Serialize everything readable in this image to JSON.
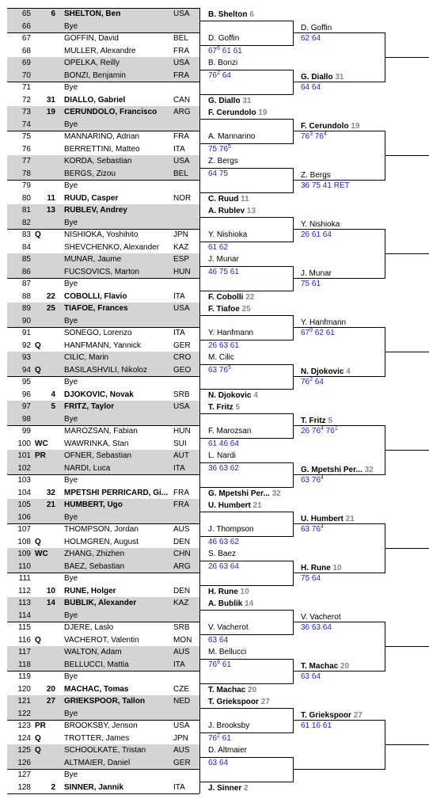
{
  "players": [
    {
      "num": "65",
      "seed": "6",
      "entry": "",
      "name": "SHELTON, Ben",
      "country": "USA",
      "bold": true,
      "bye": false
    },
    {
      "num": "66",
      "seed": "",
      "entry": "",
      "name": "Bye",
      "country": "",
      "bold": false,
      "bye": true
    },
    {
      "num": "67",
      "seed": "",
      "entry": "",
      "name": "GOFFIN, David",
      "country": "BEL",
      "bold": false,
      "bye": false
    },
    {
      "num": "68",
      "seed": "",
      "entry": "",
      "name": "MULLER, Alexandre",
      "country": "FRA",
      "bold": false,
      "bye": false
    },
    {
      "num": "69",
      "seed": "",
      "entry": "",
      "name": "OPELKA, Reilly",
      "country": "USA",
      "bold": false,
      "bye": false
    },
    {
      "num": "70",
      "seed": "",
      "entry": "",
      "name": "BONZI, Benjamin",
      "country": "FRA",
      "bold": false,
      "bye": false
    },
    {
      "num": "71",
      "seed": "",
      "entry": "",
      "name": "Bye",
      "country": "",
      "bold": false,
      "bye": true
    },
    {
      "num": "72",
      "seed": "31",
      "entry": "",
      "name": "DIALLO, Gabriel",
      "country": "CAN",
      "bold": true,
      "bye": false
    },
    {
      "num": "73",
      "seed": "19",
      "entry": "",
      "name": "CERUNDOLO, Francisco",
      "country": "ARG",
      "bold": true,
      "bye": false
    },
    {
      "num": "74",
      "seed": "",
      "entry": "",
      "name": "Bye",
      "country": "",
      "bold": false,
      "bye": true
    },
    {
      "num": "75",
      "seed": "",
      "entry": "",
      "name": "MANNARINO, Adrian",
      "country": "FRA",
      "bold": false,
      "bye": false
    },
    {
      "num": "76",
      "seed": "",
      "entry": "",
      "name": "BERRETTINI, Matteo",
      "country": "ITA",
      "bold": false,
      "bye": false
    },
    {
      "num": "77",
      "seed": "",
      "entry": "",
      "name": "KORDA, Sebastian",
      "country": "USA",
      "bold": false,
      "bye": false
    },
    {
      "num": "78",
      "seed": "",
      "entry": "",
      "name": "BERGS, Zizou",
      "country": "BEL",
      "bold": false,
      "bye": false
    },
    {
      "num": "79",
      "seed": "",
      "entry": "",
      "name": "Bye",
      "country": "",
      "bold": false,
      "bye": true
    },
    {
      "num": "80",
      "seed": "11",
      "entry": "",
      "name": "RUUD, Casper",
      "country": "NOR",
      "bold": true,
      "bye": false
    },
    {
      "num": "81",
      "seed": "13",
      "entry": "",
      "name": "RUBLEV, Andrey",
      "country": "",
      "bold": true,
      "bye": false
    },
    {
      "num": "82",
      "seed": "",
      "entry": "",
      "name": "Bye",
      "country": "",
      "bold": false,
      "bye": true
    },
    {
      "num": "83",
      "seed": "",
      "entry": "Q",
      "name": "NISHIOKA, Yoshihito",
      "country": "JPN",
      "bold": false,
      "bye": false
    },
    {
      "num": "84",
      "seed": "",
      "entry": "",
      "name": "SHEVCHENKO, Alexander",
      "country": "KAZ",
      "bold": false,
      "bye": false
    },
    {
      "num": "85",
      "seed": "",
      "entry": "",
      "name": "MUNAR, Jaume",
      "country": "ESP",
      "bold": false,
      "bye": false
    },
    {
      "num": "86",
      "seed": "",
      "entry": "",
      "name": "FUCSOVICS, Marton",
      "country": "HUN",
      "bold": false,
      "bye": false
    },
    {
      "num": "87",
      "seed": "",
      "entry": "",
      "name": "Bye",
      "country": "",
      "bold": false,
      "bye": true
    },
    {
      "num": "88",
      "seed": "22",
      "entry": "",
      "name": "COBOLLI, Flavio",
      "country": "ITA",
      "bold": true,
      "bye": false
    },
    {
      "num": "89",
      "seed": "25",
      "entry": "",
      "name": "TIAFOE, Frances",
      "country": "USA",
      "bold": true,
      "bye": false
    },
    {
      "num": "90",
      "seed": "",
      "entry": "",
      "name": "Bye",
      "country": "",
      "bold": false,
      "bye": true
    },
    {
      "num": "91",
      "seed": "",
      "entry": "",
      "name": "SONEGO, Lorenzo",
      "country": "ITA",
      "bold": false,
      "bye": false
    },
    {
      "num": "92",
      "seed": "",
      "entry": "Q",
      "name": "HANFMANN, Yannick",
      "country": "GER",
      "bold": false,
      "bye": false
    },
    {
      "num": "93",
      "seed": "",
      "entry": "",
      "name": "CILIC, Marin",
      "country": "CRO",
      "bold": false,
      "bye": false
    },
    {
      "num": "94",
      "seed": "",
      "entry": "Q",
      "name": "BASILASHVILI, Nikoloz",
      "country": "GEO",
      "bold": false,
      "bye": false
    },
    {
      "num": "95",
      "seed": "",
      "entry": "",
      "name": "Bye",
      "country": "",
      "bold": false,
      "bye": true
    },
    {
      "num": "96",
      "seed": "4",
      "entry": "",
      "name": "DJOKOVIC, Novak",
      "country": "SRB",
      "bold": true,
      "bye": false
    },
    {
      "num": "97",
      "seed": "5",
      "entry": "",
      "name": "FRITZ, Taylor",
      "country": "USA",
      "bold": true,
      "bye": false
    },
    {
      "num": "98",
      "seed": "",
      "entry": "",
      "name": "Bye",
      "country": "",
      "bold": false,
      "bye": true
    },
    {
      "num": "99",
      "seed": "",
      "entry": "",
      "name": "MAROZSAN, Fabian",
      "country": "HUN",
      "bold": false,
      "bye": false
    },
    {
      "num": "100",
      "seed": "",
      "entry": "WC",
      "name": "WAWRINKA, Stan",
      "country": "SUI",
      "bold": false,
      "bye": false
    },
    {
      "num": "101",
      "seed": "",
      "entry": "PR",
      "name": "OFNER, Sebastian",
      "country": "AUT",
      "bold": false,
      "bye": false
    },
    {
      "num": "102",
      "seed": "",
      "entry": "",
      "name": "NARDI, Luca",
      "country": "ITA",
      "bold": false,
      "bye": false
    },
    {
      "num": "103",
      "seed": "",
      "entry": "",
      "name": "Bye",
      "country": "",
      "bold": false,
      "bye": true
    },
    {
      "num": "104",
      "seed": "32",
      "entry": "",
      "name": "MPETSHI PERRICARD, Gi...",
      "country": "FRA",
      "bold": true,
      "bye": false
    },
    {
      "num": "105",
      "seed": "21",
      "entry": "",
      "name": "HUMBERT, Ugo",
      "country": "FRA",
      "bold": true,
      "bye": false
    },
    {
      "num": "106",
      "seed": "",
      "entry": "",
      "name": "Bye",
      "country": "",
      "bold": false,
      "bye": true
    },
    {
      "num": "107",
      "seed": "",
      "entry": "",
      "name": "THOMPSON, Jordan",
      "country": "AUS",
      "bold": false,
      "bye": false
    },
    {
      "num": "108",
      "seed": "",
      "entry": "Q",
      "name": "HOLMGREN, August",
      "country": "DEN",
      "bold": false,
      "bye": false
    },
    {
      "num": "109",
      "seed": "",
      "entry": "WC",
      "name": "ZHANG, Zhizhen",
      "country": "CHN",
      "bold": false,
      "bye": false
    },
    {
      "num": "110",
      "seed": "",
      "entry": "",
      "name": "BAEZ, Sebastian",
      "country": "ARG",
      "bold": false,
      "bye": false
    },
    {
      "num": "111",
      "seed": "",
      "entry": "",
      "name": "Bye",
      "country": "",
      "bold": false,
      "bye": true
    },
    {
      "num": "112",
      "seed": "10",
      "entry": "",
      "name": "RUNE, Holger",
      "country": "DEN",
      "bold": true,
      "bye": false
    },
    {
      "num": "113",
      "seed": "14",
      "entry": "",
      "name": "BUBLIK, Alexander",
      "country": "KAZ",
      "bold": true,
      "bye": false
    },
    {
      "num": "114",
      "seed": "",
      "entry": "",
      "name": "Bye",
      "country": "",
      "bold": false,
      "bye": true
    },
    {
      "num": "115",
      "seed": "",
      "entry": "",
      "name": "DJERE, Laslo",
      "country": "SRB",
      "bold": false,
      "bye": false
    },
    {
      "num": "116",
      "seed": "",
      "entry": "Q",
      "name": "VACHEROT, Valentin",
      "country": "MON",
      "bold": false,
      "bye": false
    },
    {
      "num": "117",
      "seed": "",
      "entry": "",
      "name": "WALTON, Adam",
      "country": "AUS",
      "bold": false,
      "bye": false
    },
    {
      "num": "118",
      "seed": "",
      "entry": "",
      "name": "BELLUCCI, Mattia",
      "country": "ITA",
      "bold": false,
      "bye": false
    },
    {
      "num": "119",
      "seed": "",
      "entry": "",
      "name": "Bye",
      "country": "",
      "bold": false,
      "bye": true
    },
    {
      "num": "120",
      "seed": "20",
      "entry": "",
      "name": "MACHAC, Tomas",
      "country": "CZE",
      "bold": true,
      "bye": false
    },
    {
      "num": "121",
      "seed": "27",
      "entry": "",
      "name": "GRIEKSPOOR, Tallon",
      "country": "NED",
      "bold": true,
      "bye": false
    },
    {
      "num": "122",
      "seed": "",
      "entry": "",
      "name": "Bye",
      "country": "",
      "bold": false,
      "bye": true
    },
    {
      "num": "123",
      "seed": "",
      "entry": "PR",
      "name": "BROOKSBY, Jenson",
      "country": "USA",
      "bold": false,
      "bye": false
    },
    {
      "num": "124",
      "seed": "",
      "entry": "Q",
      "name": "TROTTER, James",
      "country": "JPN",
      "bold": false,
      "bye": false
    },
    {
      "num": "125",
      "seed": "",
      "entry": "Q",
      "name": "SCHOOLKATE, Tristan",
      "country": "AUS",
      "bold": false,
      "bye": false
    },
    {
      "num": "126",
      "seed": "",
      "entry": "",
      "name": "ALTMAIER, Daniel",
      "country": "GER",
      "bold": false,
      "bye": false
    },
    {
      "num": "127",
      "seed": "",
      "entry": "",
      "name": "Bye",
      "country": "",
      "bold": false,
      "bye": true
    },
    {
      "num": "128",
      "seed": "2",
      "entry": "",
      "name": "SINNER, Jannik",
      "country": "ITA",
      "bold": true,
      "bye": false
    }
  ],
  "round2": [
    {
      "a": "B. Shelton",
      "aseed": "6",
      "b": "D. Goffin",
      "bseed": "",
      "win": "a",
      "score": [
        [
          "67",
          ""
        ]
      ]
    },
    {
      "a": "B. Shelton",
      "aseed": "6",
      "b": "D. Goffin",
      "bseed": "",
      "win": "a",
      "score": []
    }
  ],
  "r2": [
    {
      "top": "B. Shelton",
      "topSeed": "6",
      "topBold": true,
      "bot": "D. Goffin",
      "botSeed": "",
      "botBold": false,
      "score": []
    },
    {
      "top": "B. Bonzi",
      "topSeed": "",
      "topBold": false,
      "bot": "G. Diallo",
      "botSeed": "31",
      "botBold": true,
      "score": [
        [
          "76",
          "2"
        ],
        [
          " 64",
          ""
        ]
      ]
    },
    {
      "top": "F. Cerundolo",
      "topSeed": "19",
      "topBold": true,
      "bot": "A. Mannarino",
      "botSeed": "",
      "botBold": false,
      "score": []
    },
    {
      "top": "Z. Bergs",
      "topSeed": "",
      "topBold": false,
      "bot": "C. Ruud",
      "botSeed": "11",
      "botBold": true,
      "score": [
        [
          "64 75",
          ""
        ]
      ]
    },
    {
      "top": "A. Rublev",
      "topSeed": "13",
      "topBold": true,
      "bot": "Y. Nishioka",
      "botSeed": "",
      "botBold": false,
      "score": []
    },
    {
      "top": "J. Munar",
      "topSeed": "",
      "topBold": false,
      "bot": "F. Cobolli",
      "botSeed": "22",
      "botBold": true,
      "score": [
        [
          "46 75 61",
          ""
        ]
      ]
    },
    {
      "top": "F. Tiafoe",
      "topSeed": "25",
      "topBold": true,
      "bot": "Y. Hanfmann",
      "botSeed": "",
      "botBold": false,
      "score": []
    },
    {
      "top": "M. Cilic",
      "topSeed": "",
      "topBold": false,
      "bot": "N. Djokovic",
      "botSeed": "4",
      "botBold": true,
      "score": [
        [
          "63 76",
          "5"
        ]
      ]
    },
    {
      "top": "T. Fritz",
      "topSeed": "5",
      "topBold": true,
      "bot": "F. Marozsan",
      "botSeed": "",
      "botBold": false,
      "score": []
    },
    {
      "top": "L. Nardi",
      "topSeed": "",
      "topBold": false,
      "bot": "G. Mpetshi Per...",
      "botSeed": "32",
      "botBold": true,
      "score": [
        [
          "36 63 62",
          ""
        ]
      ]
    },
    {
      "top": "U. Humbert",
      "topSeed": "21",
      "topBold": true,
      "bot": "J. Thompson",
      "botSeed": "",
      "botBold": false,
      "score": []
    },
    {
      "top": "S. Baez",
      "topSeed": "",
      "topBold": false,
      "bot": "H. Rune",
      "botSeed": "10",
      "botBold": true,
      "score": [
        [
          "26 63 64",
          ""
        ]
      ]
    },
    {
      "top": "A. Bublik",
      "topSeed": "14",
      "topBold": true,
      "bot": "V. Vacherot",
      "botSeed": "",
      "botBold": false,
      "score": []
    },
    {
      "top": "M. Bellucci",
      "topSeed": "",
      "topBold": false,
      "bot": "T. Machac",
      "botSeed": "20",
      "botBold": true,
      "score": [
        [
          "76",
          "6"
        ],
        [
          " 61",
          ""
        ]
      ]
    },
    {
      "top": "T. Griekspoor",
      "topSeed": "27",
      "topBold": true,
      "bot": "J. Brooksby",
      "botSeed": "",
      "botBold": false,
      "score": []
    },
    {
      "top": "D. Altmaier",
      "topSeed": "",
      "topBold": false,
      "bot": "J. Sinner",
      "botSeed": "2",
      "botBold": true,
      "score": [
        [
          "63 64",
          ""
        ]
      ]
    }
  ],
  "r1scores": [
    [
      [
        "67",
        "6"
      ],
      [
        " 61 61",
        ""
      ]
    ],
    [
      [
        "75 76",
        "5"
      ]
    ],
    [
      [
        "61 62",
        ""
      ]
    ],
    [
      [
        "26 63 61",
        ""
      ]
    ],
    [
      [
        "61 46 64",
        ""
      ]
    ],
    [
      [
        "46 63 62",
        ""
      ]
    ],
    [
      [
        "63 64",
        ""
      ]
    ],
    [
      [
        "76",
        "2"
      ],
      [
        " 61",
        ""
      ]
    ]
  ],
  "r3": [
    {
      "name": "D. Goffin",
      "seed": "",
      "bold": false,
      "score": [
        [
          "62 64",
          ""
        ]
      ]
    },
    {
      "name": "G. Diallo",
      "seed": "31",
      "bold": true,
      "score": [
        [
          "64 64",
          ""
        ]
      ]
    },
    {
      "name": "F. Cerundolo",
      "seed": "19",
      "bold": true,
      "score": [
        [
          "76",
          "3"
        ],
        [
          " 76",
          "4"
        ]
      ]
    },
    {
      "name": "Z. Bergs",
      "seed": "",
      "bold": false,
      "score": [
        [
          "36 75 41 RET",
          ""
        ]
      ]
    },
    {
      "name": "Y. Nishioka",
      "seed": "",
      "bold": false,
      "score": [
        [
          "26 61 64",
          ""
        ]
      ]
    },
    {
      "name": "J. Munar",
      "seed": "",
      "bold": false,
      "score": [
        [
          "75 61",
          ""
        ]
      ]
    },
    {
      "name": "Y. Hanfmann",
      "seed": "",
      "bold": false,
      "score": [
        [
          "67",
          "9"
        ],
        [
          " 62 61",
          ""
        ]
      ]
    },
    {
      "name": "N. Djokovic",
      "seed": "4",
      "bold": true,
      "score": [
        [
          "76",
          "2"
        ],
        [
          " 64",
          ""
        ]
      ]
    },
    {
      "name": "T. Fritz",
      "seed": "5",
      "bold": true,
      "score": [
        [
          "26 76",
          "4"
        ],
        [
          " 76",
          "1"
        ]
      ]
    },
    {
      "name": "G. Mpetshi Per...",
      "seed": "32",
      "bold": true,
      "score": [
        [
          "63 76",
          "4"
        ]
      ]
    },
    {
      "name": "U. Humbert",
      "seed": "21",
      "bold": true,
      "score": [
        [
          "63 76",
          "4"
        ]
      ]
    },
    {
      "name": "H. Rune",
      "seed": "10",
      "bold": true,
      "score": [
        [
          "75 64",
          ""
        ]
      ]
    },
    {
      "name": "V. Vacherot",
      "seed": "",
      "bold": false,
      "score": [
        [
          "36 63 64",
          ""
        ]
      ]
    },
    {
      "name": "T. Machac",
      "seed": "20",
      "bold": true,
      "score": [
        [
          "63 64",
          ""
        ]
      ]
    },
    {
      "name": "T. Griekspoor",
      "seed": "27",
      "bold": true,
      "score": [
        [
          "61 16 61",
          ""
        ]
      ]
    },
    {
      "name": "",
      "seed": "",
      "bold": false,
      "score": []
    }
  ],
  "colors": {
    "shade": "#d4d4d4",
    "score": "#1f1fbf",
    "seed": "#888888",
    "line": "#000000"
  }
}
